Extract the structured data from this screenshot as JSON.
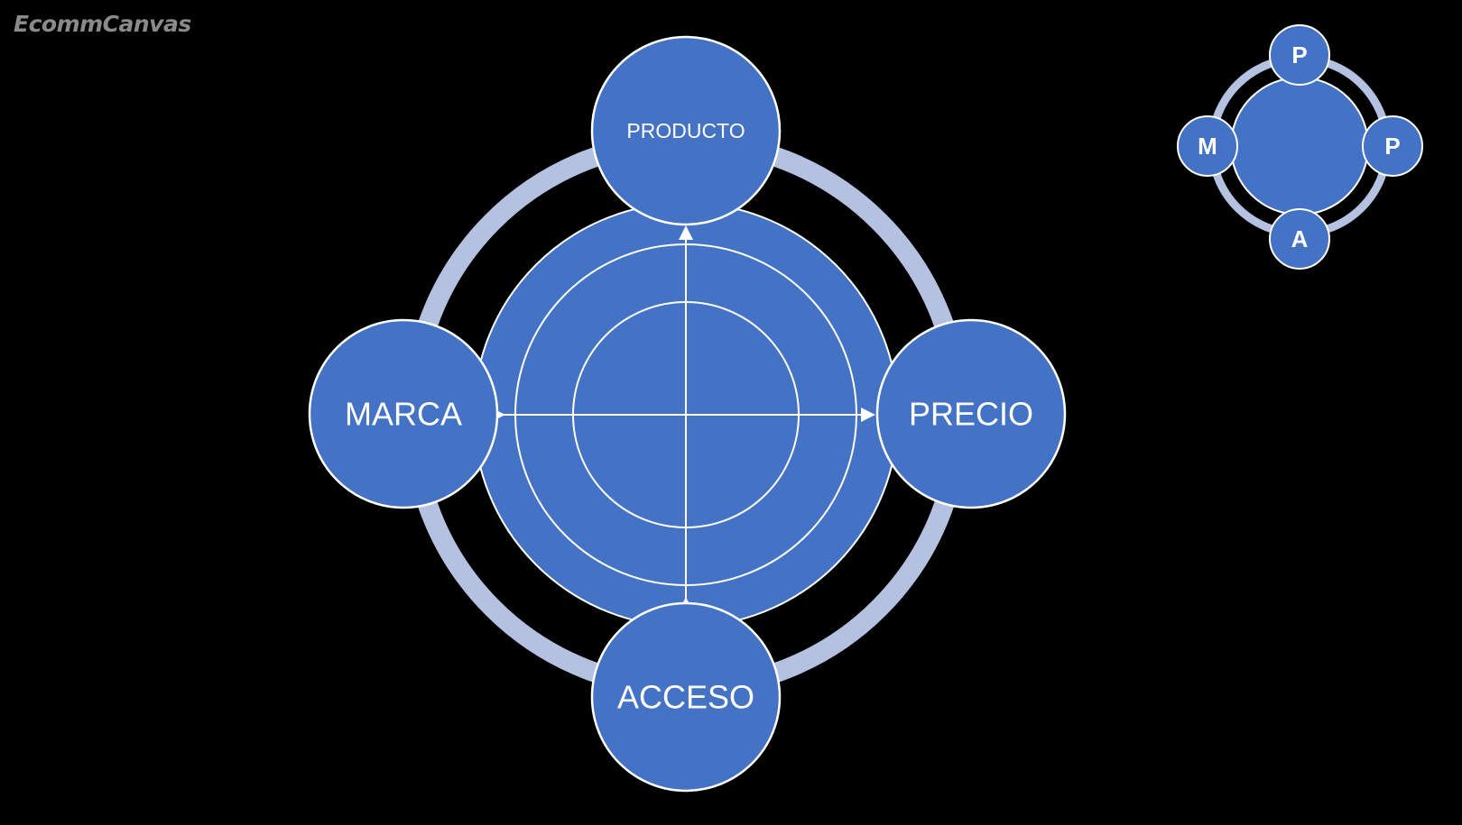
{
  "logo": "EcommCanvas",
  "diagram": {
    "top": "PRODUCTO",
    "left": "MARCA",
    "right": "PRECIO",
    "bottom": "ACCESO"
  },
  "mini": {
    "top": "P",
    "left": "M",
    "right": "P",
    "bottom": "A"
  },
  "colors": {
    "background": "#000000",
    "blue": "#4472C4",
    "ring": "#B4C1E0",
    "stroke": "#FFFFFF"
  }
}
